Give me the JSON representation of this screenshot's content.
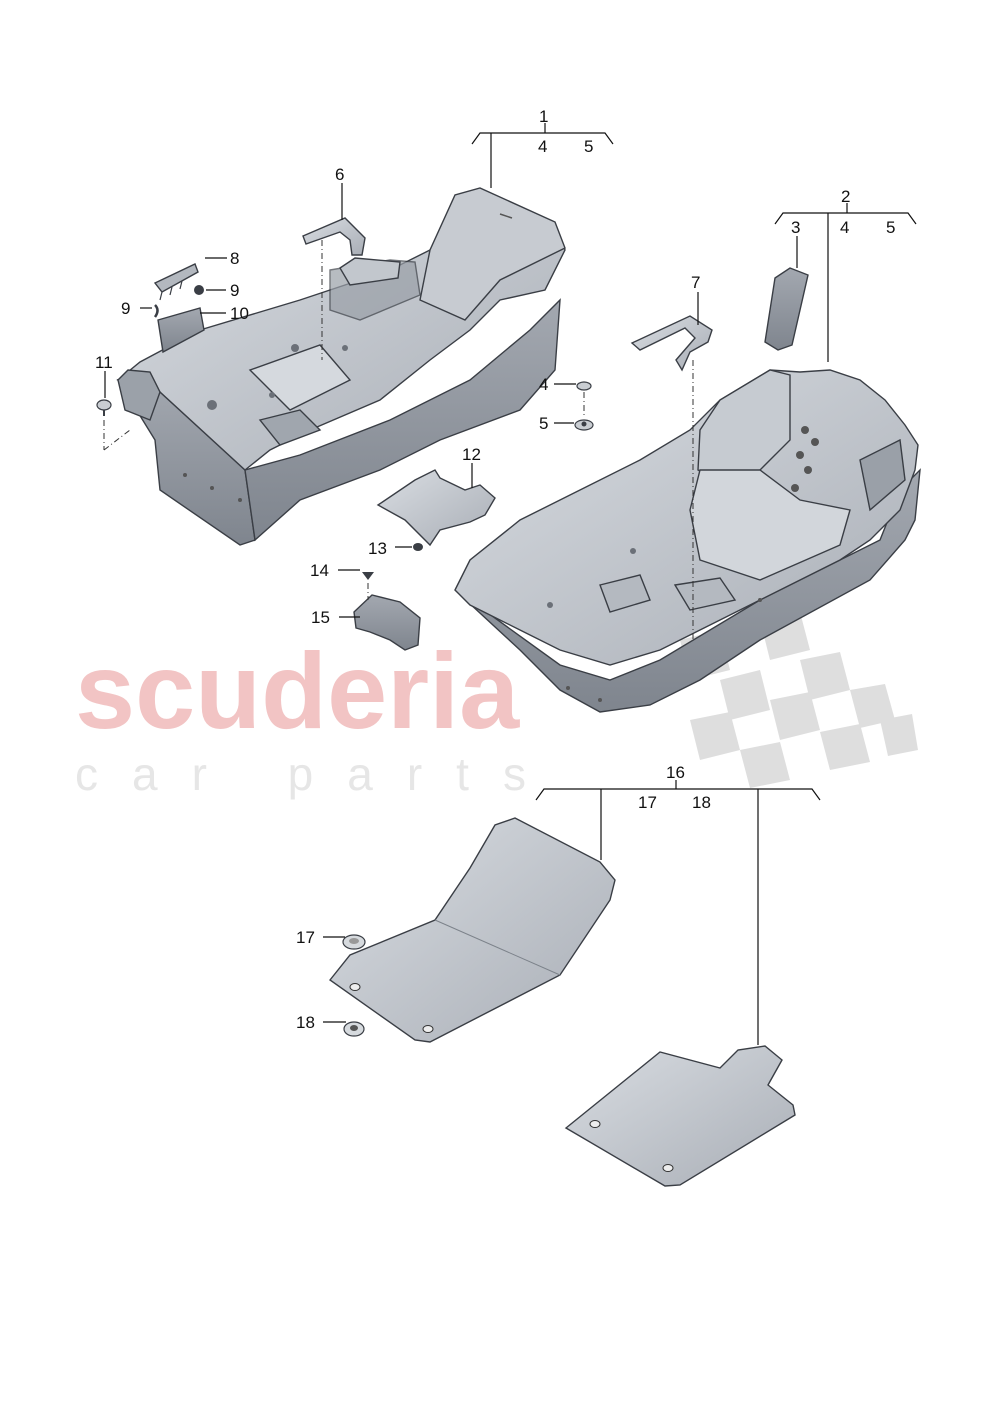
{
  "watermark": {
    "brand": "scuderia",
    "tagline": "car parts"
  },
  "callouts": {
    "c1": "1",
    "c1_4": "4",
    "c1_5": "5",
    "c2": "2",
    "c2_3": "3",
    "c2_4": "4",
    "c2_5": "5",
    "c4": "4",
    "c5": "5",
    "c6": "6",
    "c7": "7",
    "c8": "8",
    "c9a": "9",
    "c9b": "9",
    "c10": "10",
    "c11": "11",
    "c12": "12",
    "c13": "13",
    "c14": "14",
    "c15": "15",
    "c16": "16",
    "c16_17": "17",
    "c16_18": "18",
    "c17": "17",
    "c18": "18"
  },
  "colors": {
    "part_fill": "#b9bec6",
    "part_dark": "#8e949c",
    "part_light": "#d8dce1",
    "watermark_red": "#f2c4c4",
    "checker_gray": "#dcdcdc"
  }
}
